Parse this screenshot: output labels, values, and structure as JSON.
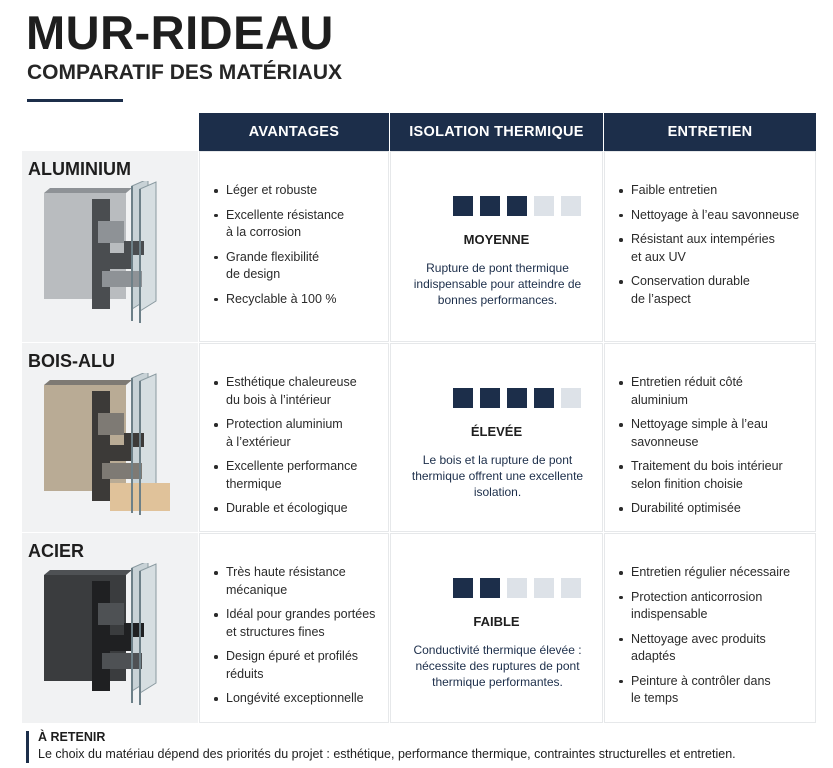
{
  "header": {
    "title": "MUR-RIDEAU",
    "subtitle": "COMPARATIF DES MATÉRIAUX"
  },
  "columns": {
    "advantages": "AVANTAGES",
    "insulation": "ISOLATION THERMIQUE",
    "maintenance": "ENTRETIEN"
  },
  "colors": {
    "navy": "#1c2e4a",
    "square_off": "#dde2e8",
    "material_bg": "#f1f2f3"
  },
  "rows": [
    {
      "material": "ALUMINIUM",
      "image": "aluminium-profile-section",
      "advantages": [
        "Léger et robuste",
        "Excellente résistance\nà la corrosion",
        "Grande flexibilité\nde design",
        "Recyclable à 100 %"
      ],
      "insulation_rating": 3,
      "insulation_max": 5,
      "insulation_level": "MOYENNE",
      "insulation_desc": "Rupture de pont thermique indispensable pour atteindre de bonnes performances.",
      "maintenance": [
        "Faible entretien",
        "Nettoyage à l’eau savonneuse",
        "Résistant aux intempéries\net aux UV",
        "Conservation durable\nde l’aspect"
      ]
    },
    {
      "material": "BOIS-ALU",
      "image": "wood-aluminium-profile-section",
      "advantages": [
        "Esthétique chaleureuse\ndu bois à l’intérieur",
        "Protection aluminium\nà l’extérieur",
        "Excellente performance\nthermique",
        "Durable et écologique"
      ],
      "insulation_rating": 4,
      "insulation_max": 5,
      "insulation_level": "ÉLEVÉE",
      "insulation_desc": "Le bois et la rupture de pont thermique offrent une excellente isolation.",
      "maintenance": [
        "Entretien réduit côté\naluminium",
        "Nettoyage simple à l’eau\nsavonneuse",
        "Traitement du bois intérieur\nselon finition choisie",
        "Durabilité optimisée"
      ]
    },
    {
      "material": "ACIER",
      "image": "steel-profile-section",
      "advantages": [
        "Très haute résistance\nmécanique",
        "Idéal pour grandes portées\net structures fines",
        "Design épuré et profilés\nréduits",
        "Longévité exceptionnelle"
      ],
      "insulation_rating": 2,
      "insulation_max": 5,
      "insulation_level": "FAIBLE",
      "insulation_desc": "Conductivité thermique élevée : nécessite des ruptures de pont thermique performantes.",
      "maintenance": [
        "Entretien régulier nécessaire",
        "Protection anticorrosion\nindispensable",
        "Nettoyage avec produits\nadaptés",
        "Peinture à contrôler dans\nle temps"
      ]
    }
  ],
  "footer": {
    "title": "À RETENIR",
    "text": "Le choix du matériau dépend des priorités du projet : esthétique, performance thermique, contraintes structurelles et entretien."
  }
}
